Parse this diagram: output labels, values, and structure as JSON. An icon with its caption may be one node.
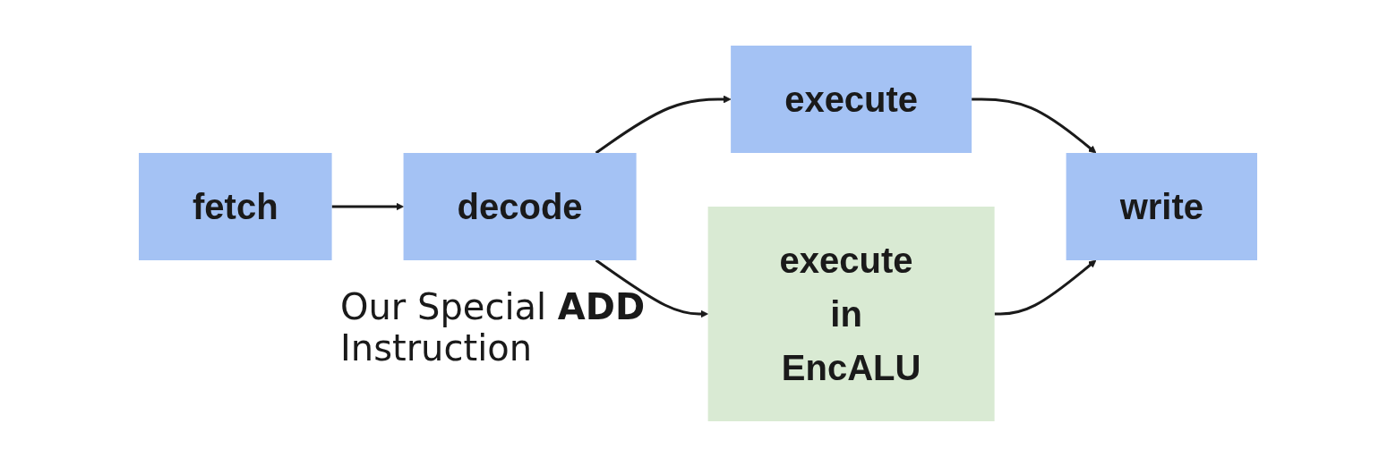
{
  "diagram": {
    "nodes": [
      {
        "text": [
          "fetch"
        ]
      },
      {
        "text": [
          "decode"
        ]
      },
      {
        "text": [
          "execute"
        ]
      },
      {
        "text": [
          "write"
        ]
      },
      {
        "text": [
          "execute in EncALU"
        ]
      }
    ],
    "edges": [
      {
        "from": 0,
        "to": 1,
        "arrow": "to"
      },
      {
        "from": 1,
        "to": 2,
        "arrow": "to"
      },
      {
        "from": 2,
        "to": 3,
        "arrow": "to"
      },
      {
        "from": 1,
        "to": 4,
        "arrow": "to"
      },
      {
        "from": 4,
        "to": 3,
        "arrow": "to"
      }
    ],
    "labels": [
      "Our Special **ADD** Instruction"
    ]
  }
}
